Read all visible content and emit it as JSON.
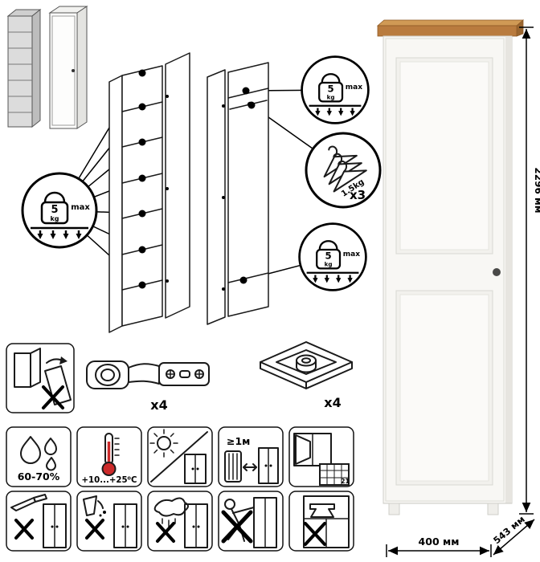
{
  "dimensions": {
    "height": "2296 мм",
    "width": "400 мм",
    "depth": "543 мм"
  },
  "load_limits": {
    "shelf": {
      "value": "5",
      "unit": "kg",
      "label": "max"
    },
    "rod": {
      "weight": "1.5kg",
      "count": "x3"
    }
  },
  "hardware": {
    "hinge_count": "x4",
    "foot_count": "x4"
  },
  "conditions": {
    "humidity": "60-70%",
    "temperature": "+10...+25⁰C",
    "min_distance": "≥1м",
    "vent_day": "21"
  }
}
